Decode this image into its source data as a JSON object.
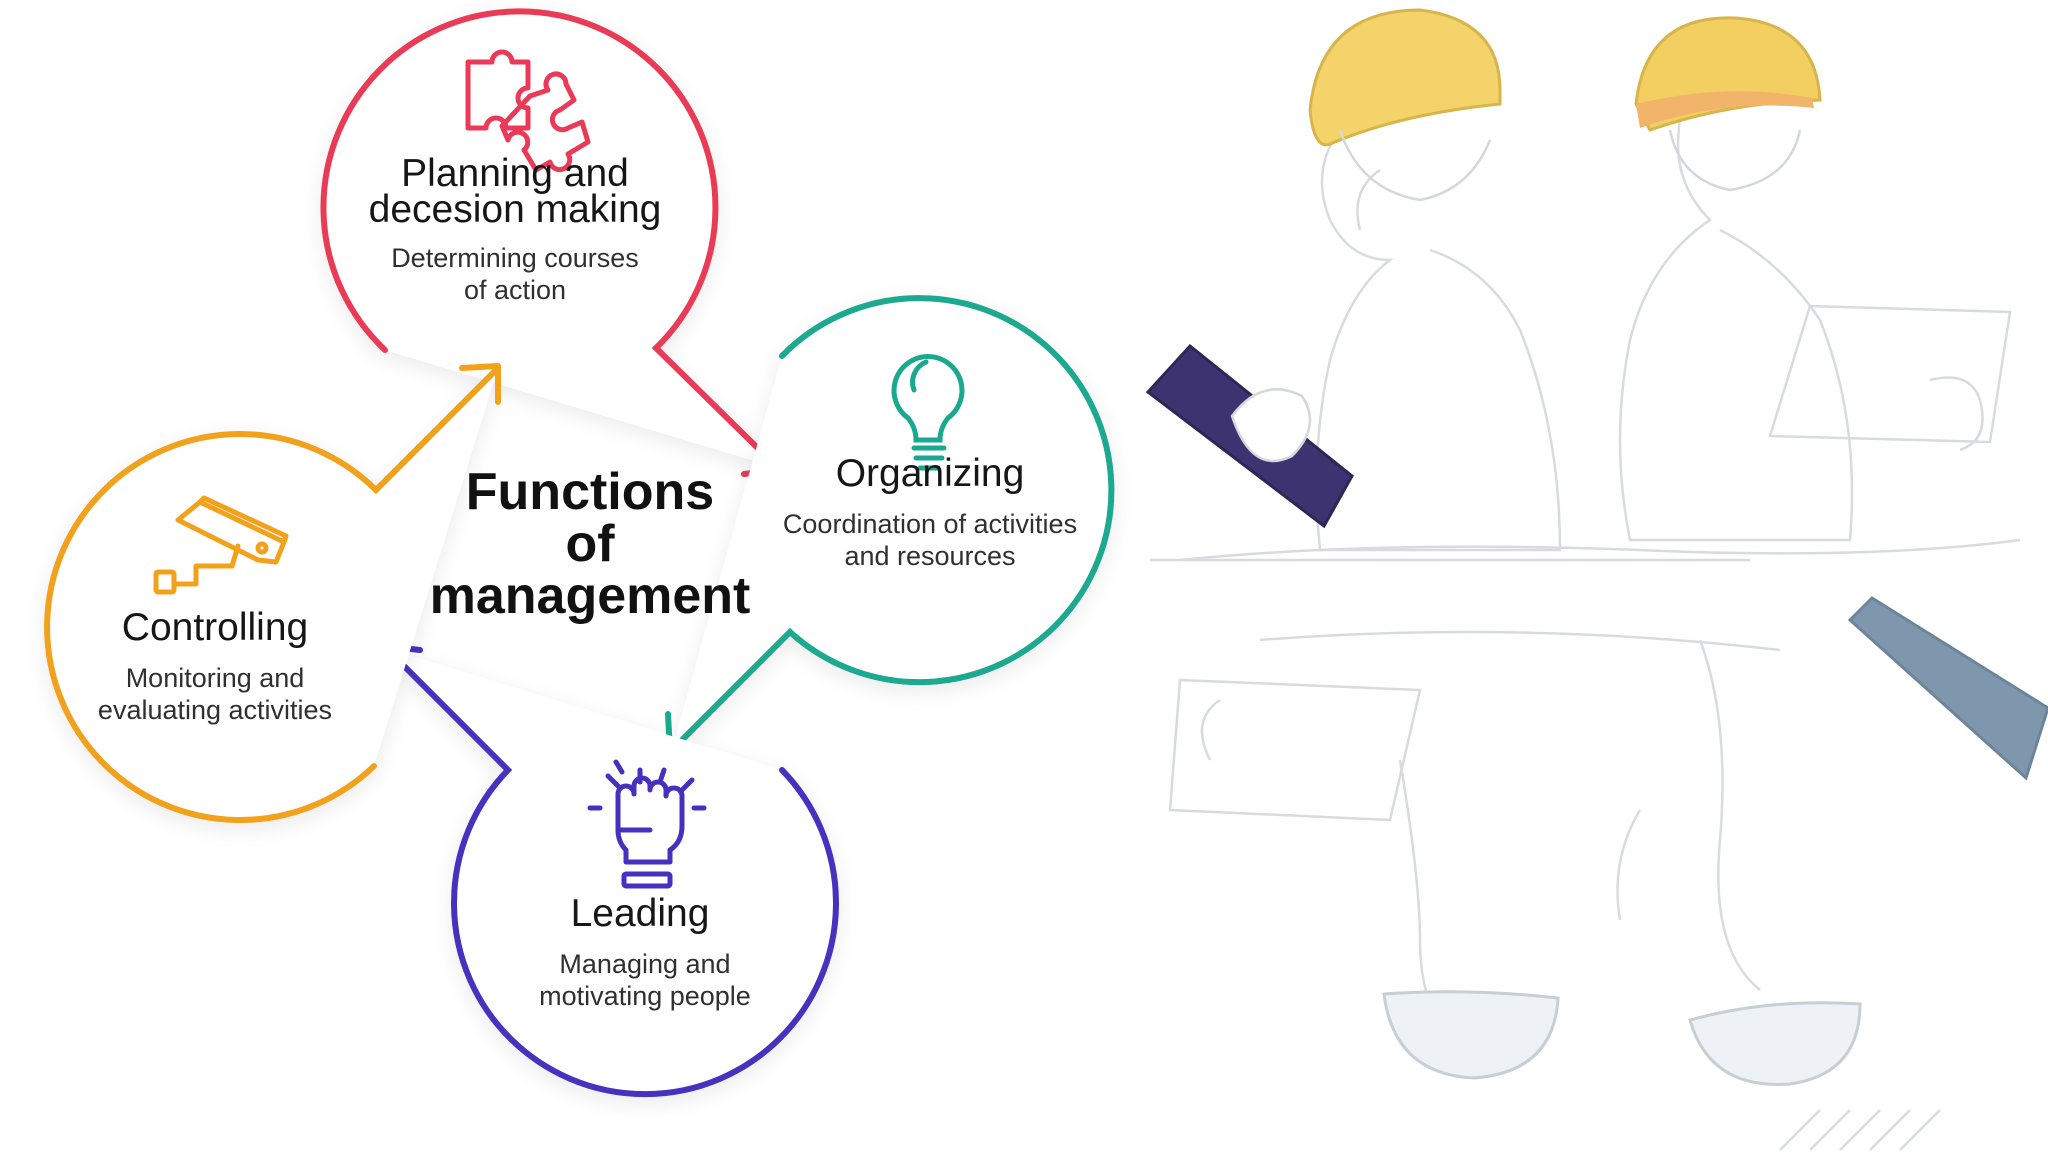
{
  "diagram": {
    "title": "Functions\nof\nmanagement",
    "colors": {
      "planning": "#ea3a57",
      "organizing": "#1aa98f",
      "leading": "#4630c0",
      "controlling": "#f2a11a"
    },
    "nodes": [
      {
        "id": "planning",
        "icon": "puzzle-icon",
        "heading": "Planning and\ndecesion making",
        "description": "Determining courses\nof action"
      },
      {
        "id": "organizing",
        "icon": "lightbulb-icon",
        "heading": "Organizing",
        "description": "Coordination of activities\nand resources"
      },
      {
        "id": "leading",
        "icon": "raised-fist-icon",
        "heading": "Leading",
        "description": "Managing and\nmotivating people"
      },
      {
        "id": "controlling",
        "icon": "security-camera-icon",
        "heading": "Controlling",
        "description": "Monitoring and\nevaluating activities"
      }
    ],
    "cycle_order": [
      "planning",
      "organizing",
      "leading",
      "controlling"
    ]
  },
  "illustration": {
    "description_icon": "construction-workers-with-tablets-illustration"
  }
}
